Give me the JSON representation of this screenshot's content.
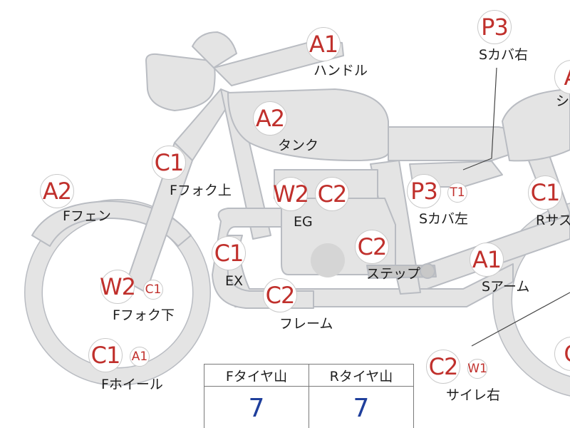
{
  "colors": {
    "badge_text": "#c0302c",
    "label_text": "#1e1e1e",
    "part_fill": "#e4e4e4",
    "part_stroke": "#b9bcc2",
    "table_value": "#1f3f9c"
  },
  "parts": [
    {
      "id": "handle",
      "codes": [
        "A1"
      ],
      "label": "ハンドル"
    },
    {
      "id": "s-cover-right",
      "codes": [
        "P3"
      ],
      "label": "Sカバ右"
    },
    {
      "id": "seat",
      "codes": [
        "A"
      ],
      "label": "シ"
    },
    {
      "id": "tank",
      "codes": [
        "A2"
      ],
      "label": "タンク"
    },
    {
      "id": "f-fork-upper",
      "codes": [
        "C1"
      ],
      "label": "Fフォク上"
    },
    {
      "id": "f-fender",
      "codes": [
        "A2"
      ],
      "label": "Fフェン"
    },
    {
      "id": "engine",
      "codes": [
        "W2",
        "C2"
      ],
      "label": "EG"
    },
    {
      "id": "s-cover-left",
      "codes": [
        "P3",
        "T1"
      ],
      "label": "Sカバ左"
    },
    {
      "id": "r-suspension",
      "codes": [
        "C1"
      ],
      "label": "Rサス"
    },
    {
      "id": "exhaust",
      "codes": [
        "C1"
      ],
      "label": "EX"
    },
    {
      "id": "step",
      "codes": [
        "C2"
      ],
      "label": "ステップ"
    },
    {
      "id": "s-arm",
      "codes": [
        "A1"
      ],
      "label": "Sアーム"
    },
    {
      "id": "f-fork-lower",
      "codes": [
        "W2",
        "C1"
      ],
      "label": "Fフォク下"
    },
    {
      "id": "frame",
      "codes": [
        "C2"
      ],
      "label": "フレーム"
    },
    {
      "id": "f-wheel",
      "codes": [
        "C1",
        "A1"
      ],
      "label": "Fホイール"
    },
    {
      "id": "silencer-right",
      "codes": [
        "C2",
        "W1"
      ],
      "label": "サイレ右"
    },
    {
      "id": "r-wheel",
      "codes": [
        "C"
      ],
      "label": ""
    }
  ],
  "tire_table": {
    "headers": [
      "Fタイヤ山",
      "Rタイヤ山"
    ],
    "values": [
      "7",
      "7"
    ]
  }
}
